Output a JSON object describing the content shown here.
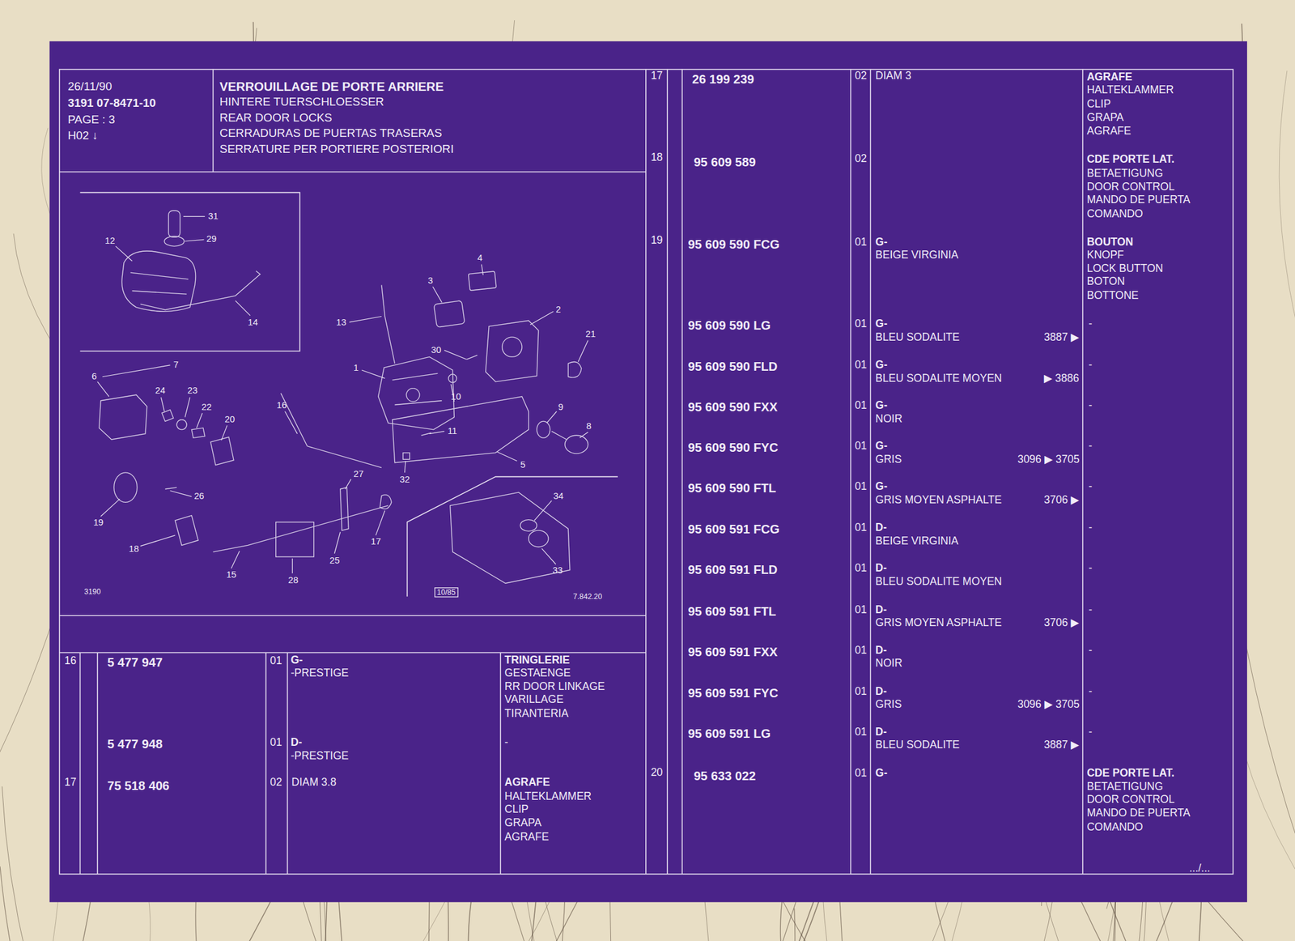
{
  "diagram": {
    "title": "VERROUILLAGE DE PORTE ARRIERE",
    "nodes": [
      {
        "text": [
          "26/11/90",
          "3191 07-8471-10",
          "PAGE : 3",
          "H02 ↓"
        ]
      },
      {
        "text": [
          "HINTERE TUERSCHLOESSER",
          "REAR DOOR LOCKS",
          "CERRADURAS DE PUERTAS TRASERAS",
          "SERRATURE PER PORTIERE POSTERIORI"
        ]
      }
    ],
    "labels": [
      "31",
      "12",
      "29",
      "14",
      "4",
      "3",
      "2",
      "13",
      "21",
      "30",
      "1",
      "7",
      "6",
      "24",
      "23",
      "22",
      "20",
      "16",
      "10",
      "9",
      "11",
      "8",
      "5",
      "27",
      "32",
      "26",
      "19",
      "34",
      "18",
      "17",
      "25",
      "15",
      "28",
      "33",
      "3190",
      "10/85",
      "7.842.20",
      "16",
      "5 477 947",
      "01",
      "G-",
      "-PRESTIGE",
      "TRINGLERIE",
      "GESTAENGE",
      "RR DOOR LINKAGE",
      "VARILLAGE",
      "TIRANTERIA",
      "5 477 948",
      "01",
      "D-",
      "-PRESTIGE",
      "-",
      "17",
      "75 518 406",
      "02",
      "DIAM 3.8",
      "AGRAFE",
      "HALTEKLAMMER",
      "CLIP",
      "GRAPA",
      "AGRAFE",
      "17",
      "26 199 239",
      "02",
      "DIAM 3",
      "AGRAFE",
      "HALTEKLAMMER",
      "CLIP",
      "GRAPA",
      "AGRAFE",
      "18",
      "95 609 589",
      "02",
      "CDE PORTE LAT.",
      "BETAETIGUNG",
      "DOOR CONTROL",
      "MANDO DE PUERTA",
      "COMANDO",
      "19",
      "95 609 590 FCG",
      "01",
      "G-",
      "BEIGE VIRGINIA",
      "BOUTON",
      "KNOPF",
      "LOCK BUTTON",
      "BOTON",
      "BOTTONE",
      "95 609 590 LG",
      "01",
      "G-",
      "BLEU SODALITE",
      "3887 ▶",
      "-",
      "95 609 590 FLD",
      "01",
      "G-",
      "BLEU SODALITE MOYEN",
      "▶ 3886",
      "-",
      "95 609 590 FXX",
      "01",
      "G-",
      "NOIR",
      "-",
      "95 609 590 FYC",
      "01",
      "G-",
      "GRIS",
      "3096 ▶ 3705",
      "-",
      "95 609 590 FTL",
      "01",
      "G-",
      "GRIS MOYEN ASPHALTE",
      "3706 ▶",
      "-",
      "95 609 591 FCG",
      "01",
      "D-",
      "BEIGE VIRGINIA",
      "-",
      "95 609 591 FLD",
      "01",
      "D-",
      "BLEU SODALITE MOYEN",
      "-",
      "95 609 591 FTL",
      "01",
      "D-",
      "GRIS MOYEN ASPHALTE",
      "3706 ▶",
      "-",
      "95 609 591 FXX",
      "01",
      "D-",
      "NOIR",
      "-",
      "95 609 591 FYC",
      "01",
      "D-",
      "GRIS",
      "3096 ▶ 3705",
      "-",
      "95 609 591 LG",
      "01",
      "D-",
      "BLEU SODALITE",
      "3887 ▶",
      "-",
      "20",
      "95 633 022",
      "01",
      "G-",
      "CDE PORTE LAT.",
      "BETAETIGUNG",
      "DOOR CONTROL",
      "MANDO DE PUERTA",
      "COMANDO",
      ".../..."
    ]
  }
}
